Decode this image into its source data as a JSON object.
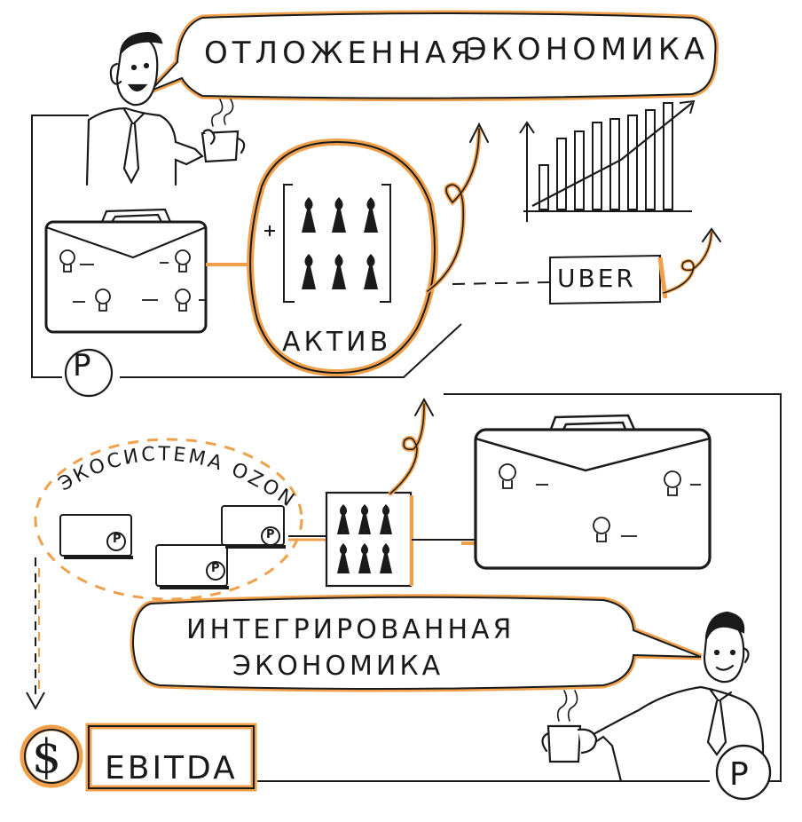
{
  "texts": {
    "deferred_economy_word1": "ОТЛОЖЕННАЯ",
    "deferred_economy_word2": "ЭКОНОМИКА",
    "asset": "АКТИВ",
    "uber": "UBER",
    "ecosystem": "ЭКОСИСТЕМА OZON",
    "integrated_economy_word1": "ИНТЕГРИРОВАННАЯ",
    "integrated_economy_word2": "ЭКОНОМИКА",
    "ebitda": "EBITDA",
    "dollar_sign": "$",
    "ruble_sign": "P"
  },
  "colors": {
    "ink": "#1a1a1a",
    "accent_orange": "#f0a04b"
  }
}
